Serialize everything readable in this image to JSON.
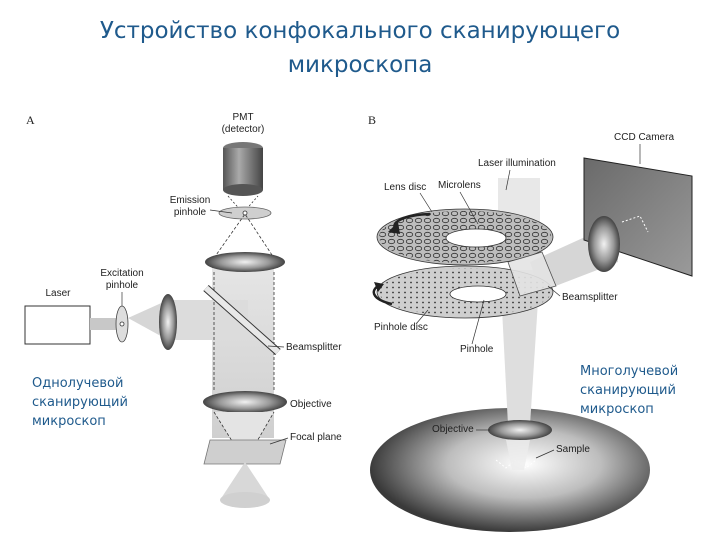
{
  "title": {
    "line1": "Устройство конфокального сканирующего",
    "line2": "микроскопа"
  },
  "panel_a": {
    "letter": "A",
    "labels": {
      "pmt": "PMT",
      "detector": "(detector)",
      "emission": "Emission",
      "pinhole": "pinhole",
      "excitation": "Excitation",
      "excitation_pinhole": "pinhole",
      "laser": "Laser",
      "beamsplitter": "Beamsplitter",
      "objective": "Objective",
      "focal_plane": "Focal plane"
    },
    "caption": [
      "Однолучевой",
      "сканирующий",
      "микроскоп"
    ]
  },
  "panel_b": {
    "letter": "B",
    "labels": {
      "ccd": "CCD Camera",
      "laser_illumination": "Laser illumination",
      "lens_disc": "Lens disc",
      "microlens": "Microlens",
      "beamsplitter": "Beamsplitter",
      "pinhole_disc": "Pinhole disc",
      "pinhole": "Pinhole",
      "objective": "Objective",
      "sample": "Sample"
    },
    "caption": [
      "Многолучевой",
      "сканирующий",
      "микроскоп"
    ]
  }
}
